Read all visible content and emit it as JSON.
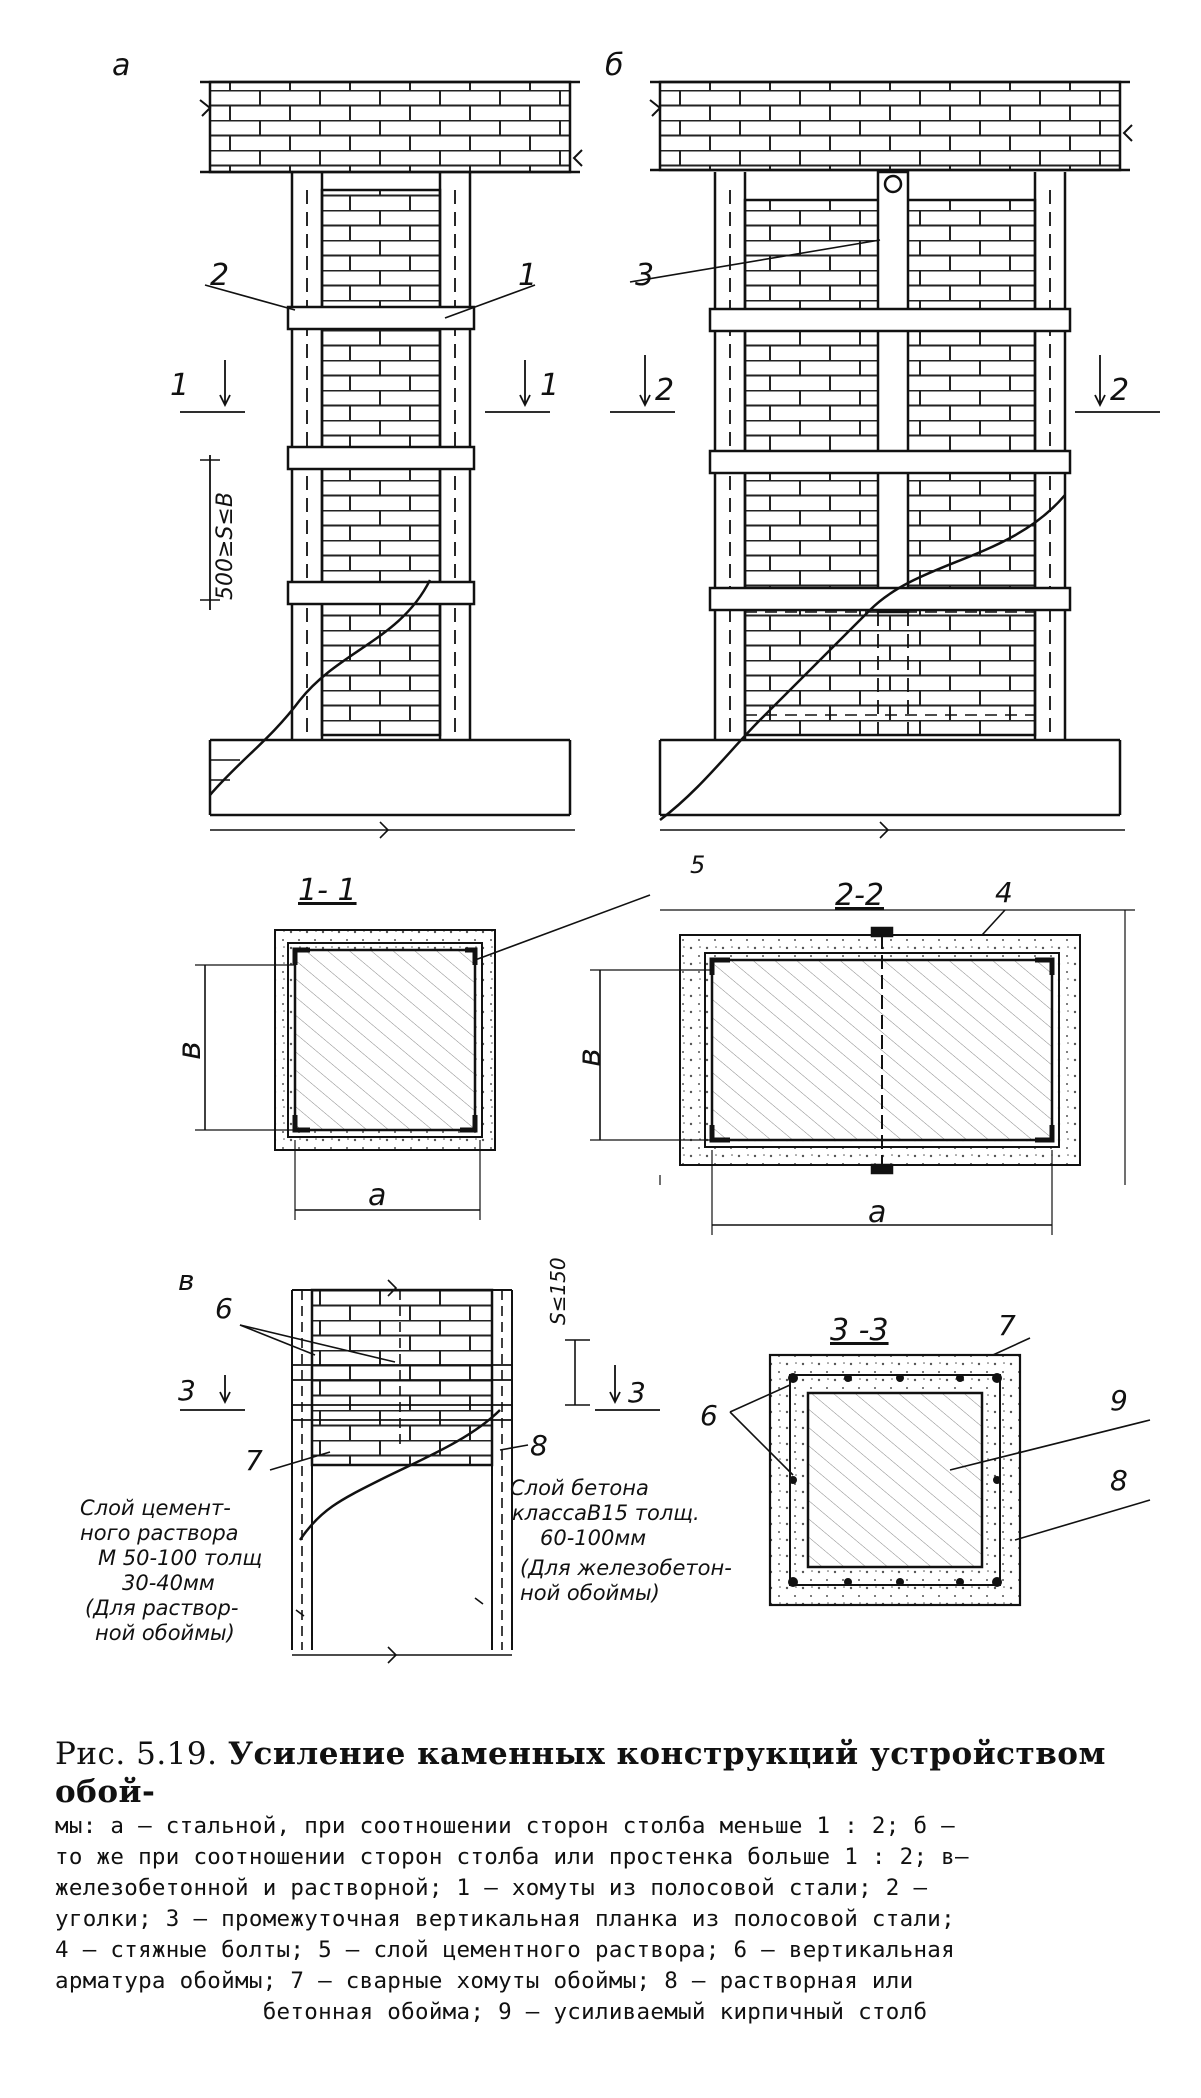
{
  "labels": {
    "panel_a": "а",
    "panel_b": "б",
    "panel_v": "в",
    "n1": "1",
    "n2": "2",
    "n3": "3",
    "n4": "4",
    "n5": "5",
    "n6": "6",
    "n7": "7",
    "n8": "8",
    "n9": "9",
    "cut1": "1",
    "cut2": "2",
    "cut3": "3",
    "section_1_1": "1- 1",
    "section_2_2": "2-2",
    "section_3_3": "3 -3",
    "dim_a": "а",
    "dim_b": "в",
    "spacing_a": "500≥S≤B",
    "spacing_v": "S≤150"
  },
  "notes": {
    "mortar": [
      "Слой цемент-",
      "ного раствора",
      "М 50-100 толщ",
      "30-40мм",
      "(Для раствор-",
      "ной обоймы)"
    ],
    "concrete": [
      "Слой бетона",
      "классаВ15 толщ.",
      "60-100мм",
      "(Для железобетон-",
      "ной обоймы)"
    ]
  },
  "caption": {
    "prefix": "Рис. 5.19. ",
    "title": "Усиление каменных конструкций устройством обой-",
    "lines": [
      "мы: а — стальной, при соотношении сторон столба меньше 1 : 2; б —",
      "то же при соотношении сторон столба или простенка больше 1 : 2; в—",
      "железобетонной и растворной; 1 — хомуты из полосовой стали; 2 —",
      "уголки; 3 — промежуточная вертикальная планка из полосовой стали;",
      "4 — стяжные болты; 5 — слой цементного раствора; 6 — вертикальная",
      "арматура обоймы; 7 — сварные хомуты обоймы; 8 — растворная или",
      "бетонная обойма; 9 — усиливаемый кирпичный столб"
    ]
  }
}
